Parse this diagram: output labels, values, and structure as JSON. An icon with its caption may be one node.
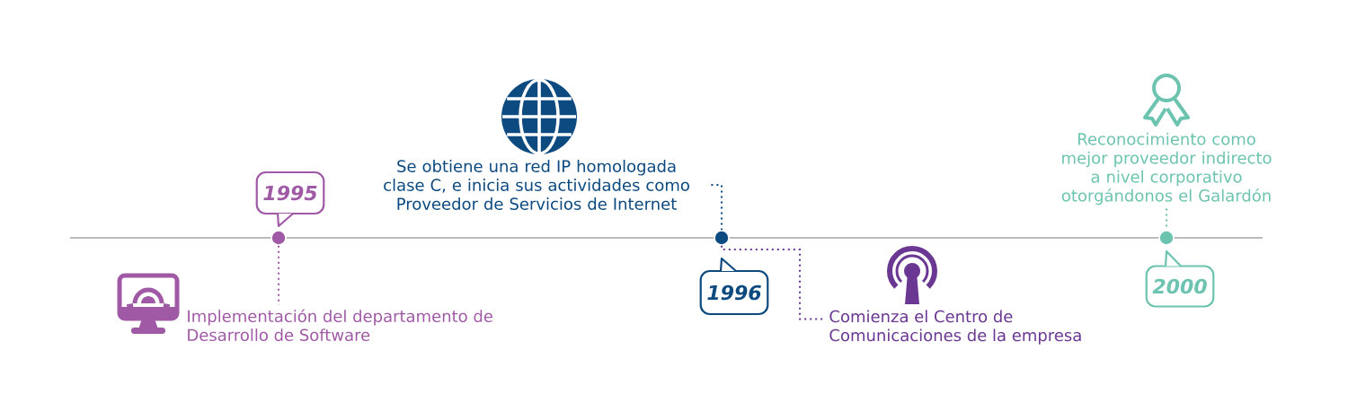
{
  "diagram": {
    "nodes": [
      {
        "text": [
          "1995"
        ]
      },
      {
        "text": [],
        "shape": "circle"
      },
      {
        "text": [
          "Implementación del departamento de Desarrollo de Software"
        ]
      },
      {
        "text": [
          "Se obtiene una red IP homologada clase C, e inicia sus actividades como Proveedor de Servicios de Internet"
        ]
      },
      {
        "text": [],
        "shape": "circle"
      },
      {
        "text": [
          "1996"
        ]
      },
      {
        "text": [
          "Comienza el Centro de Comunicaciones de la empresa"
        ]
      },
      {
        "text": [
          "Reconocimiento como mejor proveedor indirecto a nivel corporativo otorgándonos el Galardón"
        ]
      },
      {
        "text": [],
        "shape": "circle"
      },
      {
        "text": [
          "2000"
        ]
      }
    ],
    "edges": [
      {
        "from": 1,
        "to": 2,
        "arrow": "none",
        "color": "#a05aa5"
      },
      {
        "from": 3,
        "to": 4,
        "arrow": "none",
        "color": "#0d4a80"
      },
      {
        "from": 4,
        "to": 6,
        "arrow": "none",
        "color": "#6a3793"
      },
      {
        "from": 7,
        "to": 8,
        "arrow": "none",
        "color": "#6cc4b0"
      }
    ]
  }
}
